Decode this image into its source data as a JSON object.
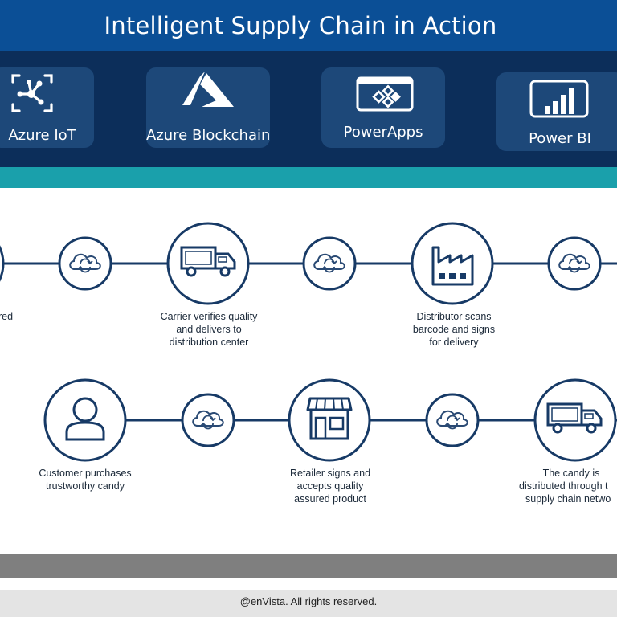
{
  "header": {
    "title": "Intelligent Supply Chain in Action"
  },
  "technologies": [
    {
      "label": "Azure IoT",
      "icon": "iot-hub-icon"
    },
    {
      "label": "Azure Blockchain",
      "icon": "azure-logo-icon"
    },
    {
      "label": "PowerApps",
      "icon": "powerapps-icon"
    },
    {
      "label": "Power BI",
      "icon": "power-bi-icon"
    }
  ],
  "flow": {
    "row1": [
      {
        "caption": "red",
        "icon": "partial-node-icon"
      },
      {
        "caption": "Carrier verifies quality\nand delivers to\ndistribution center",
        "icon": "truck-icon"
      },
      {
        "caption": "Distributor scans\nbarcode and signs\nfor delivery",
        "icon": "factory-icon"
      }
    ],
    "row2": [
      {
        "caption": "Customer purchases\ntrustworthy candy",
        "icon": "person-icon"
      },
      {
        "caption": "Retailer signs and\naccepts quality\nassured product",
        "icon": "store-icon"
      },
      {
        "caption": "The candy is\ndistributed through t\nsupply chain netwo",
        "icon": "truck-icon"
      }
    ],
    "connector_icon": "cloud-sync-icon"
  },
  "footer": {
    "copyright": "@enVista.  All rights reserved."
  },
  "colors": {
    "title_bar": "#0b4f96",
    "tech_band": "#0c2e5a",
    "tile": "#1d4879",
    "teal": "#1aa0ab",
    "stroke": "#173a66"
  }
}
